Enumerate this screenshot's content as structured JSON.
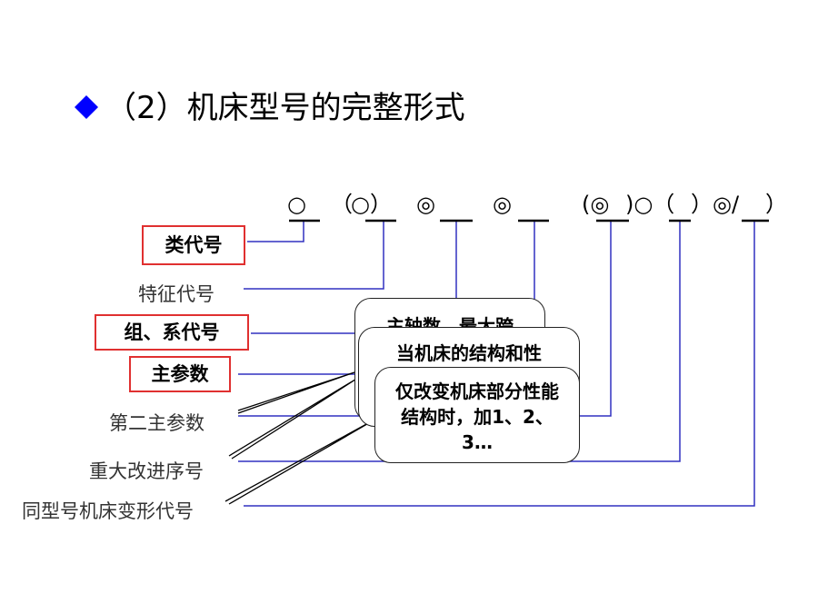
{
  "title": {
    "marker": "diamond-bullet",
    "text": "（2）机床型号的完整形式",
    "marker_color": "#0000ff"
  },
  "format": {
    "segments": [
      "○",
      "（",
      "○）",
      "◎",
      "◎",
      "(◎",
      ")○（",
      "）◎/",
      "）"
    ]
  },
  "labels": {
    "class_code": "类代号",
    "feature_code": "特征代号",
    "group_code": "组、系代号",
    "main_param": "主参数",
    "second_main_param": "第二主参数",
    "major_improvement": "重大改进序号",
    "variant_code": "同型号机床变形代号"
  },
  "callouts": {
    "back": "主轴数、最大跨",
    "middle": "当机床的结构和性",
    "front": "仅改变机床部分性能结构时，加1、2、3…"
  },
  "colors": {
    "highlight_border": "#e03030",
    "connector": "#3030c0"
  }
}
